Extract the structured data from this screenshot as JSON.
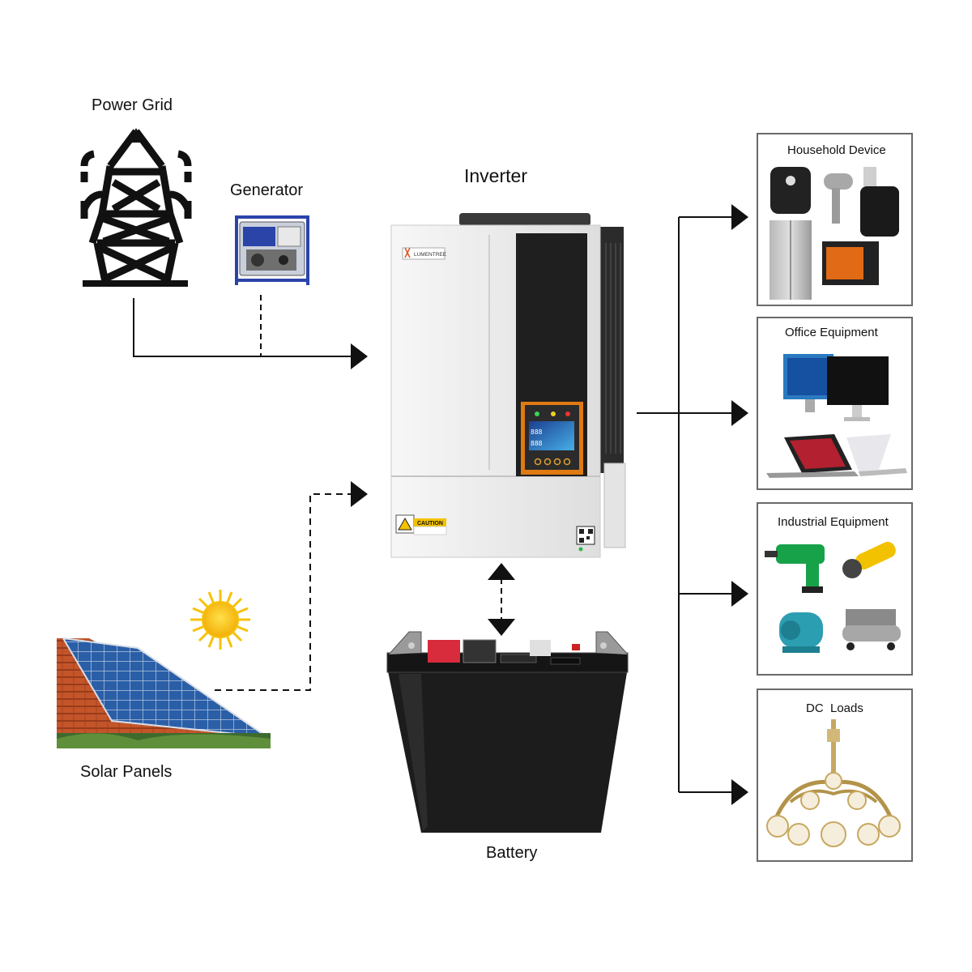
{
  "nodes": {
    "power_grid": {
      "label": "Power Grid",
      "icon": "transmission-tower-icon"
    },
    "generator": {
      "label": "Generator",
      "icon": "generator-icon"
    },
    "inverter": {
      "label": "Inverter",
      "brand": "LUMENTREE",
      "caution": "CAUTION",
      "lcd_digits": [
        "888",
        "888"
      ]
    },
    "solar_panels": {
      "label": "Solar Panels",
      "icon": "solar-panel-icon"
    },
    "battery": {
      "label": "Battery",
      "icon": "battery-icon"
    }
  },
  "load_boxes": [
    {
      "title": "Household Device"
    },
    {
      "title": "Office Equipment"
    },
    {
      "title": "Industrial Equipment"
    },
    {
      "title": "DC  Loads"
    }
  ],
  "colors": {
    "line": "#111111",
    "sun": "#f6c20a",
    "solar_roof": "#c4552a",
    "solar_panel": "#2a5fa8",
    "battery_body": "#1a1a1a",
    "inverter_body": "#ececec",
    "generator_frame": "#2a44a8"
  }
}
